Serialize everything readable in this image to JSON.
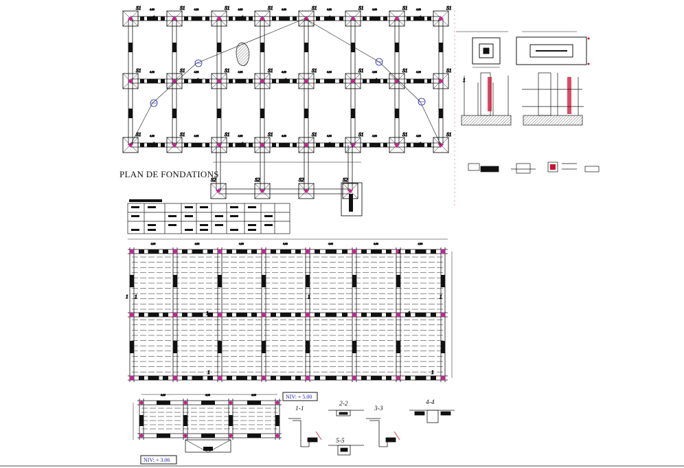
{
  "foundation_plan": {
    "title": "PLAN DE FONDATIONS",
    "footing_label": "S1",
    "lower_footing_label": "S2"
  },
  "section_labels": {
    "s1_1": "1-1",
    "s2_2": "2-2",
    "s3_3": "3-3",
    "s4_4": "4-4",
    "s5_5": "5-5"
  },
  "levels": {
    "top_floor": "NIV: + 5.00",
    "lower_floor": "NIV: + 3.06"
  },
  "colors": {
    "line": "#111111",
    "column_marker": "#d0209a",
    "annotation_blue": "#1a1ab0",
    "rebar_red": "#d01030"
  }
}
